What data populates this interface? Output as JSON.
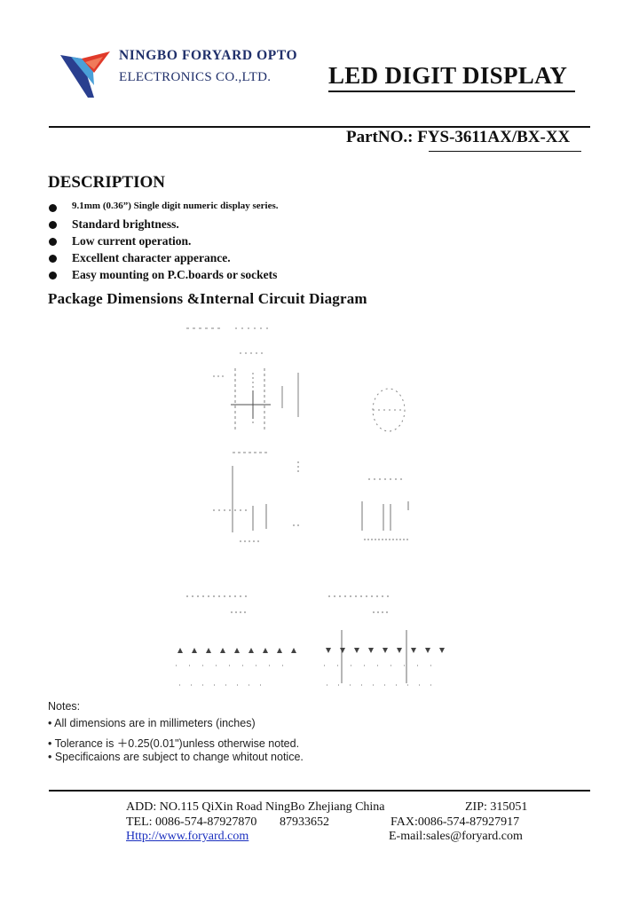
{
  "header": {
    "company_line1": "NINGBO FORYARD OPTO",
    "company_line2": "ELECTRONICS CO.,LTD.",
    "doc_title": "LED DIGIT DISPLAY",
    "part_label": "PartNO.: ",
    "part_number": "FYS-3611AX/BX-XX"
  },
  "description": {
    "heading": "DESCRIPTION",
    "items": [
      "9.1mm (0.36”) Single digit numeric display series.",
      "Standard brightness.",
      "Low current operation.",
      "Excellent character apperance.",
      "Easy mounting on P.C.boards or sockets"
    ]
  },
  "package": {
    "heading": "Package Dimensions &Internal Circuit Diagram"
  },
  "notes": {
    "heading": "Notes:",
    "items": [
      "• All dimensions are in millimeters (inches)",
      "• Tolerance is  ＋0.25(0.01\")unless otherwise noted.",
      "• Specificaions are subject to change whitout notice."
    ]
  },
  "footer": {
    "add_label": "ADD:",
    "address": "NO.115 QiXin    Road    NingBo    Zhejiang    China",
    "zip": "ZIP: 315051",
    "tel_label": "TEL:",
    "tel1": "0086-574-87927870",
    "tel2": "87933652",
    "fax": "FAX:0086-574-87927917",
    "website": "Http://www.foryard.com",
    "email": "E-mail:sales@foryard.com"
  }
}
